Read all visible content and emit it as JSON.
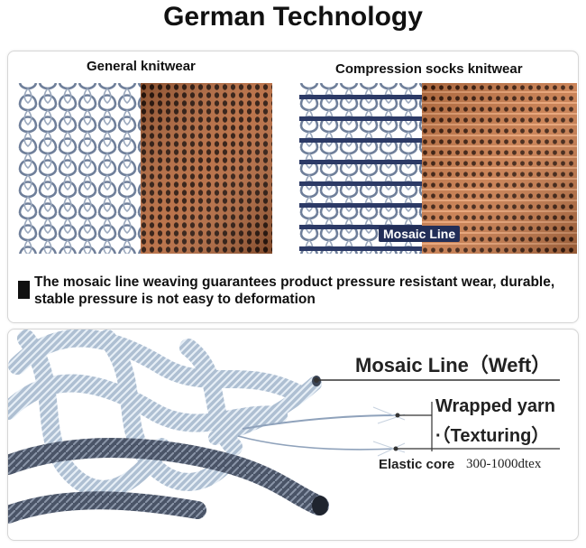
{
  "title": "German Technology",
  "comparison": {
    "left_caption": "General knitwear",
    "right_caption": "Compression socks knitwear",
    "badge": "Mosaic Line",
    "description": "The mosaic line weaving guarantees product pressure resistant wear, durable, stable pressure is not easy to deformation"
  },
  "diagram": {
    "mosaic_line": "Mosaic Line（Weft）",
    "wrapped_yarn": "Wrapped yarn",
    "texturing": "·（Texturing）",
    "elastic_core": "Elastic core",
    "dtex": "300-1000dtex"
  },
  "colors": {
    "badge_bg": "#222e58",
    "mesh_blue": "#6f7f9a",
    "fabric_copper": "#b5683c",
    "yarn_blue": "#aebfd2",
    "core_dark": "#2e3440"
  }
}
